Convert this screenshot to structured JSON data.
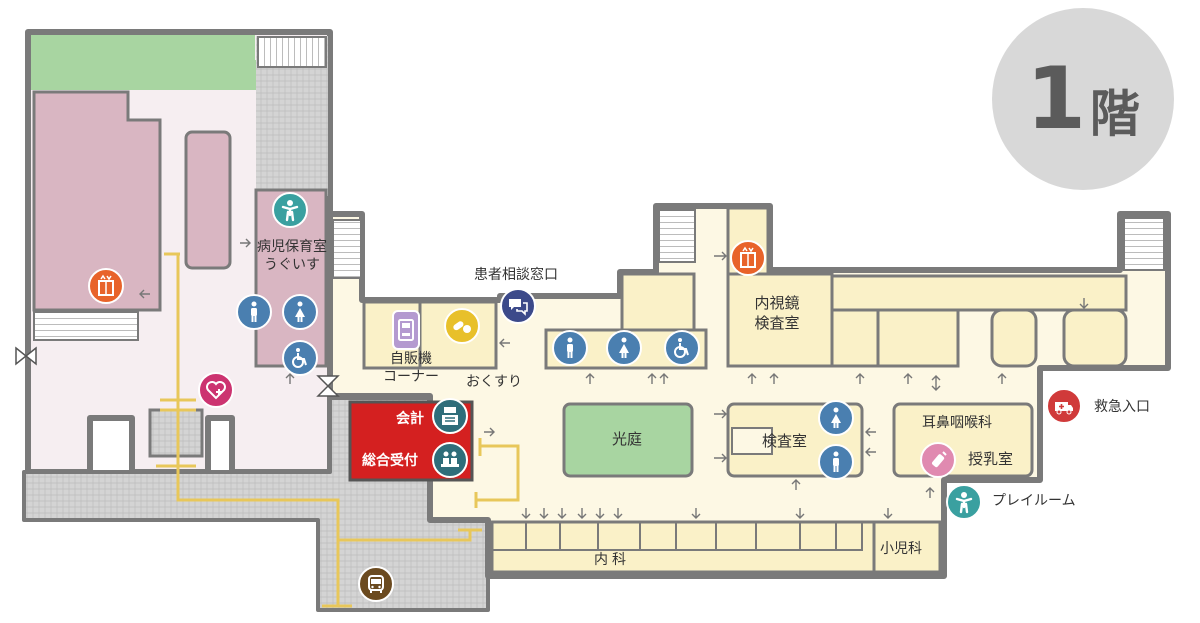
{
  "floor": {
    "number": "1",
    "unit": "階"
  },
  "rooms": {
    "sick_child_care_1": "病児保育室",
    "sick_child_care_2": "うぐいす",
    "consultation": "患者相談窓口",
    "vending_1": "自販機",
    "vending_2": "コーナー",
    "pharmacy": "おくすり",
    "endoscopy_1": "内視鏡",
    "endoscopy_2": "検査室",
    "cashier": "会計",
    "reception": "総合受付",
    "courtyard": "光庭",
    "exam_room": "検査室",
    "ent": "耳鼻咽喉科",
    "nursing_room": "授乳室",
    "emergency": "救急入口",
    "play_room": "プレイルーム",
    "internal_medicine": "内科",
    "pediatrics": "小児科"
  },
  "icons": {
    "elevator": "elevator-icon",
    "man": "man-icon",
    "woman": "woman-icon",
    "wheelchair": "wheelchair-icon",
    "child": "child-icon",
    "heart": "heart-plus-icon",
    "bus": "bus-icon",
    "chat": "chat-bubble-icon",
    "pills": "pills-icon",
    "vending": "vending-machine-icon",
    "register": "cash-register-icon",
    "reception": "reception-icon",
    "ambulance": "ambulance-icon",
    "bottle": "baby-bottle-icon"
  },
  "colors": {
    "wall": "#7a7a7a",
    "floor": "#fdf8e4",
    "room": "#faf1c8",
    "pink_area": "#d9b6c2",
    "pink_floor": "#f6eef1",
    "garden": "#a8d5a1",
    "accent_red": "#d42020",
    "toilet_blue": "#4a7fb0",
    "elevator_orange": "#e8632a",
    "route_yellow": "#e8c75a",
    "gray_hatch": "#c8c8c8",
    "heart_pink": "#cc3370",
    "bus_brown": "#6b4a1f",
    "chat_navy": "#3c4a8a",
    "pills_yellow": "#e8c02a",
    "vending_purple": "#b49ad0",
    "teal": "#2f6d7a",
    "ambulance_red": "#d03a3a",
    "child_teal": "#3aa0a0",
    "bottle_pink": "#e08ab0",
    "badge_gray": "#d8d8d8"
  }
}
